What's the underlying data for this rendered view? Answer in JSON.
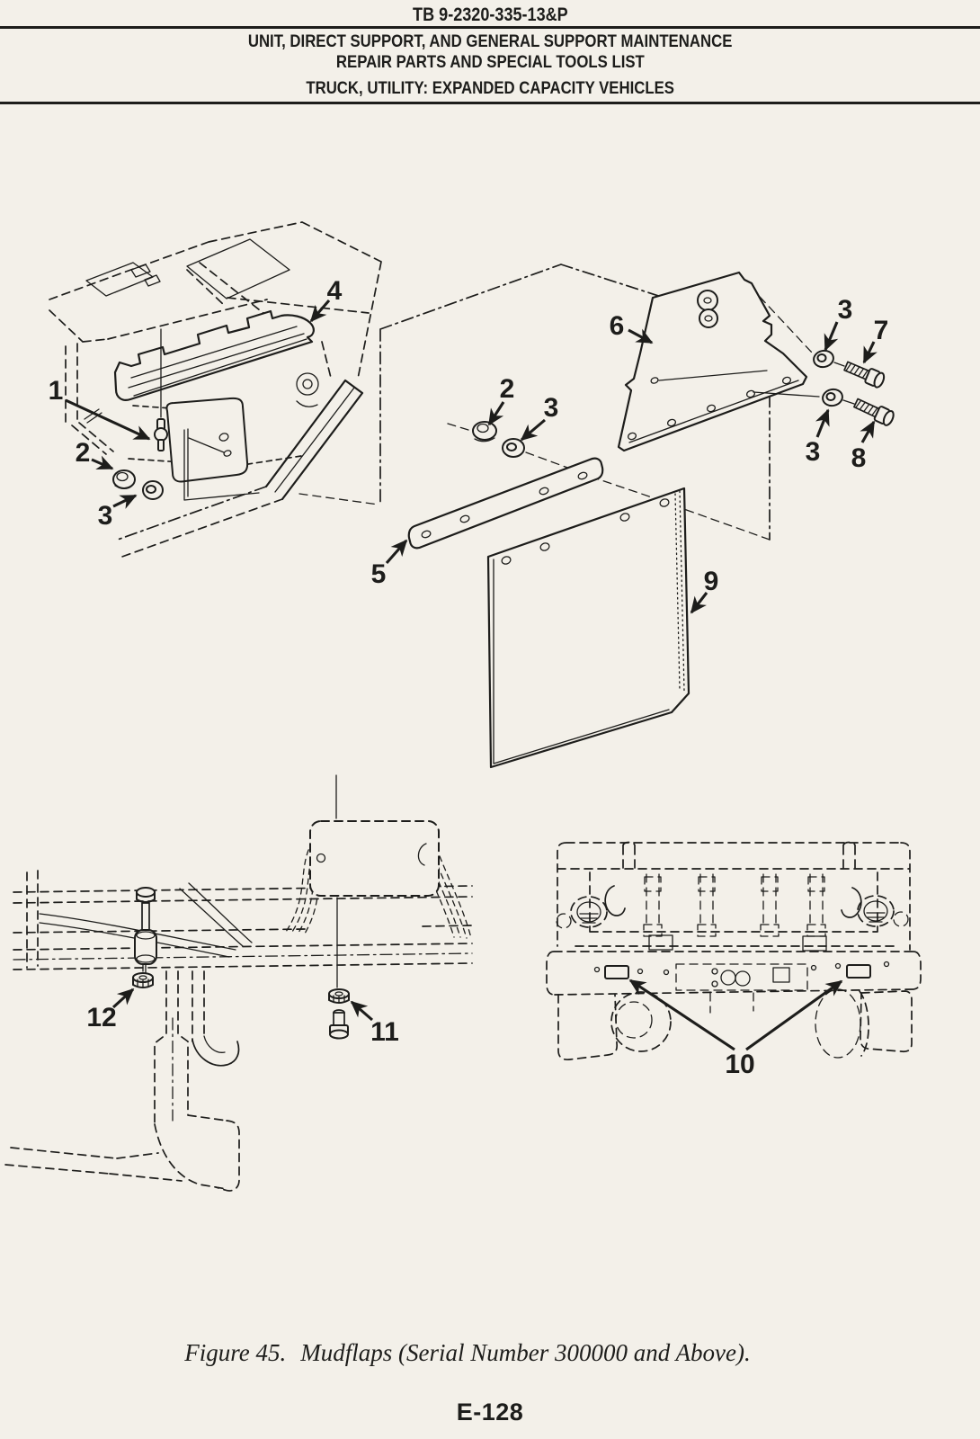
{
  "colors": {
    "paper": "#f3f0e9",
    "ink": "#1d1d1b"
  },
  "header": {
    "tb_number": "TB 9-2320-335-13&P",
    "line1": "UNIT, DIRECT SUPPORT, AND GENERAL SUPPORT MAINTENANCE",
    "line2": "REPAIR PARTS AND SPECIAL TOOLS LIST",
    "line3": "TRUCK, UTILITY: EXPANDED CAPACITY VEHICLES"
  },
  "figure": {
    "label": "Figure 45.",
    "title": "Mudflaps (Serial Number 300000 and Above)."
  },
  "page_number": "E-128",
  "callouts": [
    {
      "label": "4"
    },
    {
      "label": "1"
    },
    {
      "label": "2"
    },
    {
      "label": "3"
    },
    {
      "label": "2"
    },
    {
      "label": "3"
    },
    {
      "label": "5"
    },
    {
      "label": "6"
    },
    {
      "label": "9"
    },
    {
      "label": "3"
    },
    {
      "label": "7"
    },
    {
      "label": "3"
    },
    {
      "label": "8"
    },
    {
      "label": "12"
    },
    {
      "label": "11"
    },
    {
      "label": "10"
    }
  ]
}
